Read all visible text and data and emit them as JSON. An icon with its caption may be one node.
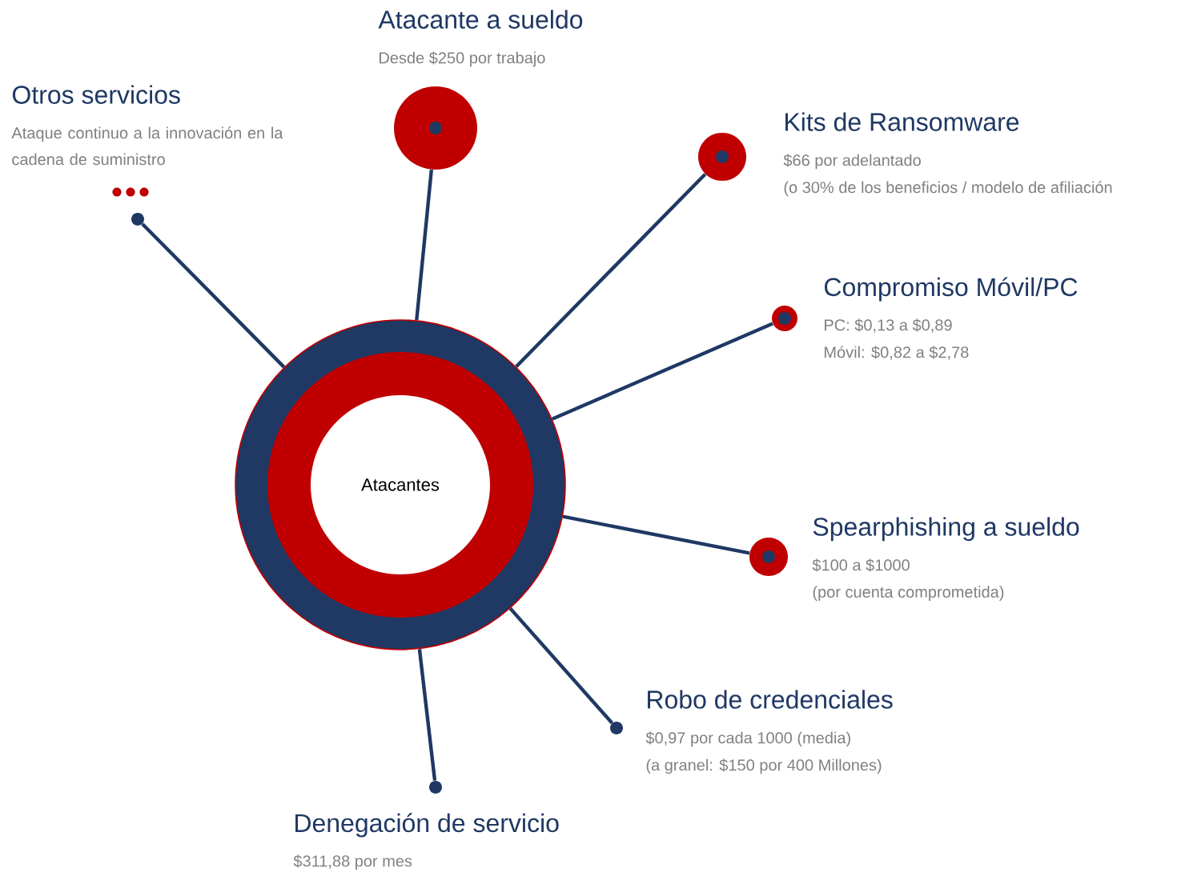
{
  "diagram": {
    "nodes": [
      {
        "text": [
          "Atacantes"
        ]
      },
      {
        "text": [],
        "shape": "circle",
        "beside": [
          "Otros servicios",
          "Ataque continuo a la innovación en la cadena de suministro"
        ]
      },
      {
        "text": [],
        "shape": "circle",
        "beside": [
          "Atacante a sueldo",
          "Desde $250 por trabajo"
        ]
      },
      {
        "text": [],
        "shape": "circle",
        "beside": [
          "Kits de Ransomware",
          "$66 por adelantado",
          "(o 30% de los beneficios / modelo de afiliación"
        ]
      },
      {
        "text": [],
        "shape": "circle",
        "beside": [
          "Compromiso Móvil/PC",
          "PC: $0,13 a $0,89",
          "Móvil: $0,82 a $2,78"
        ]
      },
      {
        "text": [],
        "shape": "circle",
        "beside": [
          "Spearphishing a sueldo",
          "$100 a $1000",
          "(por cuenta comprometida)"
        ]
      },
      {
        "text": [],
        "shape": "circle",
        "beside": [
          "Robo de credenciales",
          "$0,97 por cada 1000 (media)",
          "(a granel: $150 por 400 Millones)"
        ]
      },
      {
        "text": [],
        "shape": "circle",
        "beside": [
          "Denegación de servicio",
          "$311,88 por mes"
        ]
      }
    ],
    "edges": [
      {
        "from": 0,
        "to": 1,
        "arrow": "none"
      },
      {
        "from": 0,
        "to": 2,
        "arrow": "none"
      },
      {
        "from": 0,
        "to": 3,
        "arrow": "none"
      },
      {
        "from": 0,
        "to": 4,
        "arrow": "none"
      },
      {
        "from": 0,
        "to": 5,
        "arrow": "none"
      },
      {
        "from": 0,
        "to": 6,
        "arrow": "none"
      },
      {
        "from": 0,
        "to": 7,
        "arrow": "none"
      }
    ]
  }
}
